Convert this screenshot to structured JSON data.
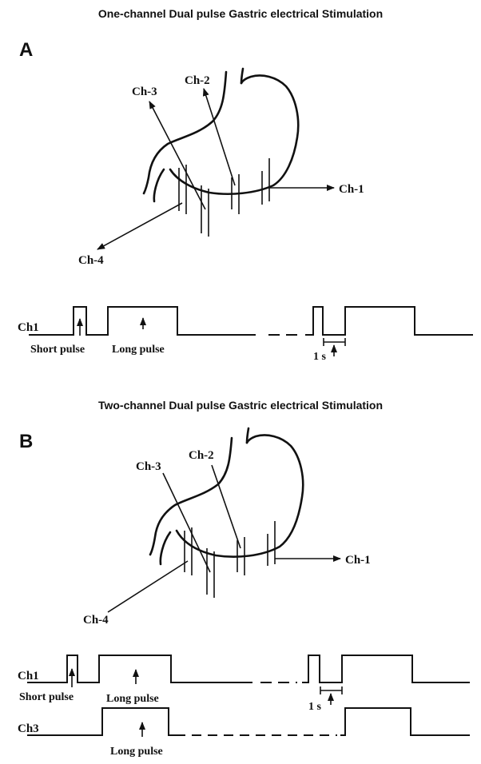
{
  "panel_a": {
    "title": "One-channel Dual pulse Gastric electrical Stimulation",
    "letter": "A",
    "channels": [
      "Ch-1",
      "Ch-2",
      "Ch-3",
      "Ch-4"
    ],
    "trace_label": "Ch1",
    "short_pulse": "Short pulse",
    "long_pulse": "Long pulse",
    "interval": "1 s"
  },
  "panel_b": {
    "title": "Two-channel Dual pulse Gastric electrical Stimulation",
    "letter": "B",
    "channels": [
      "Ch-1",
      "Ch-2",
      "Ch-3",
      "Ch-4"
    ],
    "trace1_label": "Ch1",
    "trace2_label": "Ch3",
    "short_pulse": "Short pulse",
    "long_pulse": "Long pulse",
    "long_pulse_ch3": "Long pulse",
    "interval": "1 s"
  }
}
